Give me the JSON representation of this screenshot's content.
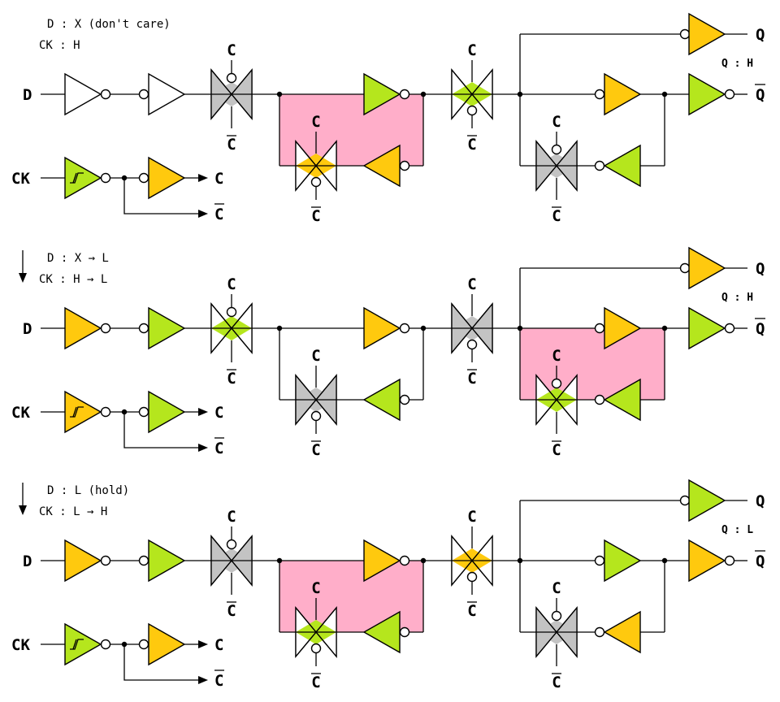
{
  "colors": {
    "orange": "#ffc90e",
    "green": "#b5e61d",
    "white": "#ffffff",
    "gray": "#c3c3c3",
    "pink": "#ffaec9"
  },
  "labels": {
    "d": "D",
    "ck": "CK",
    "c": "C",
    "c_bar": "C",
    "q": "Q",
    "q_bar": "Q"
  },
  "panels": [
    {
      "notes": [
        "D : X (don't care)",
        "CK : H"
      ],
      "time_arrow": false,
      "q_state": "Q : H",
      "d_inv": "white",
      "d_buf": "white",
      "ck_schmitt": "green",
      "ck_buf": "orange",
      "tg_in": "off",
      "tg_in_diamond": "gray",
      "master_fwd": "green",
      "master_fb": "orange",
      "tg_master_fb": "on",
      "tg_master_fb_diamond": "orange",
      "tg_mid": "on",
      "tg_mid_diamond": "green",
      "slave_fwd": "orange",
      "slave_fb": "green",
      "tg_slave_fb": "off",
      "tg_slave_fb_diamond": "gray",
      "out_q": "orange",
      "out_qbar": "green",
      "latch_highlight": "master"
    },
    {
      "notes": [
        "D : X → L",
        "CK : H → L"
      ],
      "time_arrow": true,
      "q_state": "Q : H",
      "d_inv": "orange",
      "d_buf": "green",
      "ck_schmitt": "orange",
      "ck_buf": "green",
      "tg_in": "on",
      "tg_in_diamond": "green",
      "master_fwd": "orange",
      "master_fb": "green",
      "tg_master_fb": "off",
      "tg_master_fb_diamond": "gray",
      "tg_mid": "off",
      "tg_mid_diamond": "gray",
      "slave_fwd": "orange",
      "slave_fb": "green",
      "tg_slave_fb": "on",
      "tg_slave_fb_diamond": "green",
      "out_q": "orange",
      "out_qbar": "green",
      "latch_highlight": "slave"
    },
    {
      "notes": [
        "D : L (hold)",
        "CK : L → H"
      ],
      "time_arrow": true,
      "q_state": "Q : L",
      "d_inv": "orange",
      "d_buf": "green",
      "ck_schmitt": "green",
      "ck_buf": "orange",
      "tg_in": "off",
      "tg_in_diamond": "gray",
      "master_fwd": "orange",
      "master_fb": "green",
      "tg_master_fb": "on",
      "tg_master_fb_diamond": "green",
      "tg_mid": "on",
      "tg_mid_diamond": "orange",
      "slave_fwd": "green",
      "slave_fb": "orange",
      "tg_slave_fb": "off",
      "tg_slave_fb_diamond": "gray",
      "out_q": "green",
      "out_qbar": "orange",
      "latch_highlight": "master"
    }
  ]
}
